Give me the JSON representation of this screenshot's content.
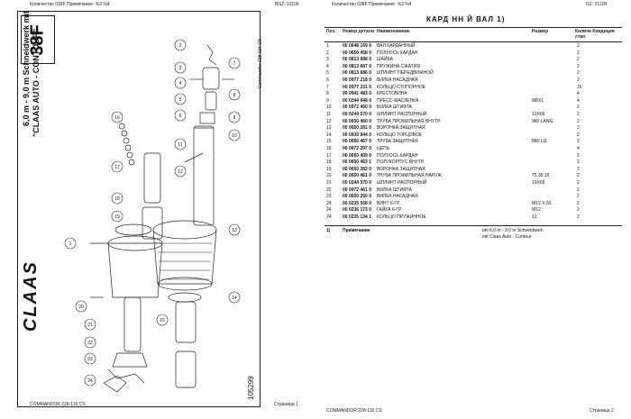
{
  "left_page": {
    "header": {
      "left": "Количество 038F   Примечание: %3 %4",
      "right": "BGZ: 01100"
    },
    "sheet_code": "38F",
    "title_line1": "6,0 m - 9,0 m Schneidwerk mit",
    "title_line2": "\"CLAAS AUTO - CONTOUR\"",
    "side_note": "Commandor 228-116 CS",
    "drawing_code": "105299",
    "logo": "CLAAS",
    "footer_left": "COMMANDOR 228-116 CS",
    "footer_right": "Страница 1",
    "part_labels": [
      "1",
      "2",
      "3",
      "4",
      "5",
      "6",
      "7",
      "8",
      "9",
      "10",
      "11",
      "12",
      "13",
      "14",
      "15",
      "16",
      "17",
      "18",
      "19",
      "20",
      "21",
      "22",
      "23",
      "24"
    ]
  },
  "right_page": {
    "header": {
      "left": "Количество 038F   Примечание: %3 %4",
      "right": "GZ: 01100"
    },
    "title": "КАРД НН Й ВАЛ 1)",
    "columns": {
      "pos": "Поз.",
      "num": "Номер детали",
      "name": "Наименование",
      "size": "Размер",
      "qty": "Количе Кондиция ство"
    },
    "rows": [
      {
        "pos": "1",
        "num": "00 0648 159 0",
        "name": "ВАЛ КАРДАННЫЙ",
        "size": "",
        "qty": "2"
      },
      {
        "pos": "2",
        "num": "00 0650 458 0",
        "name": "ПОЛУОСЬ КАРДАН",
        "size": "",
        "qty": "2"
      },
      {
        "pos": "3",
        "num": "00 0813 688 0",
        "name": "ШАЙБА",
        "size": "",
        "qty": "2"
      },
      {
        "pos": "4",
        "num": "00 0813 687 0",
        "name": "ПРУЖИНА СЖАТИЯ",
        "size": "",
        "qty": "2"
      },
      {
        "pos": "5",
        "num": "00 0813 686 0",
        "name": "ШПЛИНТ ПЕРЕДВИЖНОЙ",
        "size": "",
        "qty": "2"
      },
      {
        "pos": "6",
        "num": "00 0977 218 0",
        "name": "ВИЛКА НАСАДНАЯ",
        "size": "",
        "qty": "2"
      },
      {
        "pos": "7",
        "num": "00 0977 231 0",
        "name": "КОЛЬЦО СТОПОРНОЕ",
        "size": "",
        "qty": "16"
      },
      {
        "pos": "8",
        "num": "00 0941 483 0",
        "name": "КРЕСТОВИНА",
        "size": "",
        "qty": "4"
      },
      {
        "pos": "9",
        "num": "00 0244 948 0",
        "name": "ПРЕСС-МАСЛЕНКА",
        "size": "M8X1",
        "qty": "4"
      },
      {
        "pos": "10",
        "num": "00 0972 460 0",
        "name": "ВИЛКА ШТИФТА",
        "size": "",
        "qty": "2"
      },
      {
        "pos": "11",
        "num": "00 0244 570 0",
        "name": "ШПЛИНТ РАСПОРНЫЙ",
        "size": "10X65",
        "qty": "2"
      },
      {
        "pos": "12",
        "num": "00 0650 460 0",
        "name": "ТРУБА ПРОФИЛЬНАЯ ВНУТР.",
        "size": "960 LANG",
        "qty": "2"
      },
      {
        "pos": "13",
        "num": "00 0650 281 0",
        "name": "ВОРОНКА ЗАЩИТНАЯ",
        "size": "",
        "qty": "2"
      },
      {
        "pos": "14",
        "num": "00 0930 944 0",
        "name": "КОЛЬЦО ТОРЦОВОЕ",
        "size": "",
        "qty": "2"
      },
      {
        "pos": "15",
        "num": "00 0650 467 0",
        "name": "ТРУБА ЗАЩИТНАЯ",
        "size": "880 LG",
        "qty": "2"
      },
      {
        "pos": "16",
        "num": "00 0972 297 0",
        "name": "ЦЕПЬ",
        "size": "",
        "qty": "4"
      },
      {
        "pos": "17",
        "num": "00 0650 459 0",
        "name": "ПОЛУОСЬ КАРДАН",
        "size": "",
        "qty": "2"
      },
      {
        "pos": "18",
        "num": "00 0650 463 1",
        "name": "ПОЛУКОРПУС ВНУТР.",
        "size": "",
        "qty": "2"
      },
      {
        "pos": "19",
        "num": "00 0650 282 0",
        "name": "ВОРОНКА ЗАЩИТНАЯ",
        "size": "",
        "qty": "2"
      },
      {
        "pos": "20",
        "num": "00 0650 461 0",
        "name": "ТРУБА ПРОФИЛЬНАЯ НАРУЖ.",
        "size": "75.35.16",
        "qty": "2"
      },
      {
        "pos": "21",
        "num": "00 0244 570 0",
        "name": "ШПЛИНТ РАСПОРНЫЙ",
        "size": "10X65",
        "qty": "2"
      },
      {
        "pos": "22",
        "num": "00 0972 461 0",
        "name": "ВИЛКА ШТИФТА",
        "size": "",
        "qty": "2"
      },
      {
        "pos": "23",
        "num": "00 0650 250 0",
        "name": "ВИЛКА НАСАДНАЯ",
        "size": "",
        "qty": "2"
      },
      {
        "pos": "24",
        "num": "00 0235 558 0",
        "name": "ВИНТ 6-ГР.",
        "size": "M12 X 50",
        "qty": "2"
      },
      {
        "pos": "24",
        "num": "00 0236 173 0",
        "name": "ГАЙКА 6-ГР.",
        "size": "M12",
        "qty": "2"
      },
      {
        "pos": "24",
        "num": "00 0235 134 1",
        "name": "КОЛЬЦО ПРУЖИННОЕ",
        "size": "12",
        "qty": "2"
      }
    ],
    "note_marker": "1)",
    "note_header": "Примечание",
    "note_line1": "bei 6,0 m - 9,0 m Schneidwerk",
    "note_line2": "mit Claas Auto - Contour",
    "footer_left": "COMMANDOR 228-116 CS",
    "footer_right": "Страница 2"
  }
}
